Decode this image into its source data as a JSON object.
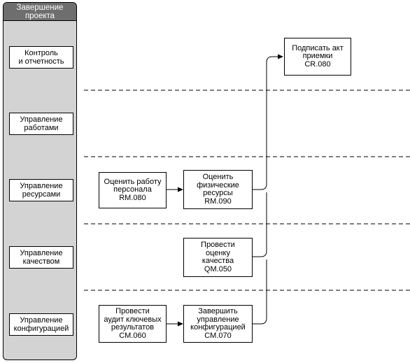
{
  "lane": {
    "header": "Завершение\nпроекта",
    "areas": [
      "Контроль\nи отчетность",
      "Управление\nработами",
      "Управление\nресурсами",
      "Управление\nкачеством",
      "Управление\nконфигурацией"
    ]
  },
  "tasks": {
    "sign_act": "Подписать акт\nприемки\nCR.080",
    "eval_staff": "Оценить работу\nперсонала\nRM.080",
    "eval_physical": "Оценить\nфизические\nресурсы\nRM.090",
    "quality_eval": "Провести\nоценку\nкачества\nQM.050",
    "audit": "Провести\nаудит ключевых\nрезультатов\nCM.060",
    "finish_config": "Завершить\nуправление\nконфигурацией\nCM.070"
  }
}
